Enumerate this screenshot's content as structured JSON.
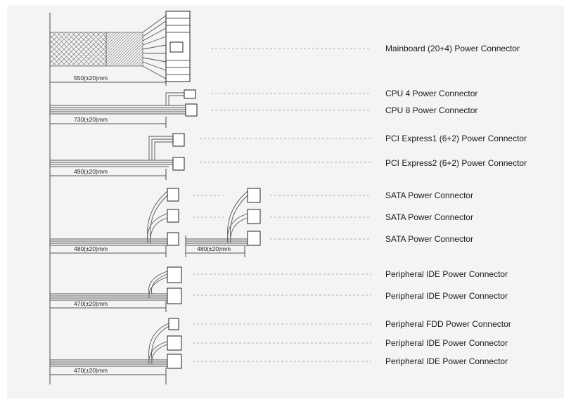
{
  "colors": {
    "panel": "#f4f4f4",
    "line": "#222222",
    "leader": "#999999",
    "text": "#1a1a1a"
  },
  "cables": [
    {
      "length": "550(±20)mm",
      "connectors": [
        "Mainboard (20+4) Power Connector"
      ]
    },
    {
      "length": "730(±20)mm",
      "connectors": [
        "CPU 4 Power Connector",
        "CPU 8 Power Connector"
      ]
    },
    {
      "length": "490(±20)mm",
      "connectors": [
        "PCI Express1 (6+2) Power Connector",
        "PCI Express2 (6+2) Power Connector"
      ]
    },
    {
      "length": "480(±20)mm",
      "extension_length": "480(±20)mm",
      "connectors": [
        "SATA Power Connector",
        "SATA Power Connector",
        "SATA Power Connector"
      ]
    },
    {
      "length": "470(±20)mm",
      "connectors": [
        "Peripheral IDE Power Connector",
        "Peripheral IDE Power Connector"
      ]
    },
    {
      "length": "470(±20)mm",
      "connectors": [
        "Peripheral FDD Power Connector",
        "Peripheral IDE Power Connector",
        "Peripheral IDE Power Connector"
      ]
    }
  ]
}
